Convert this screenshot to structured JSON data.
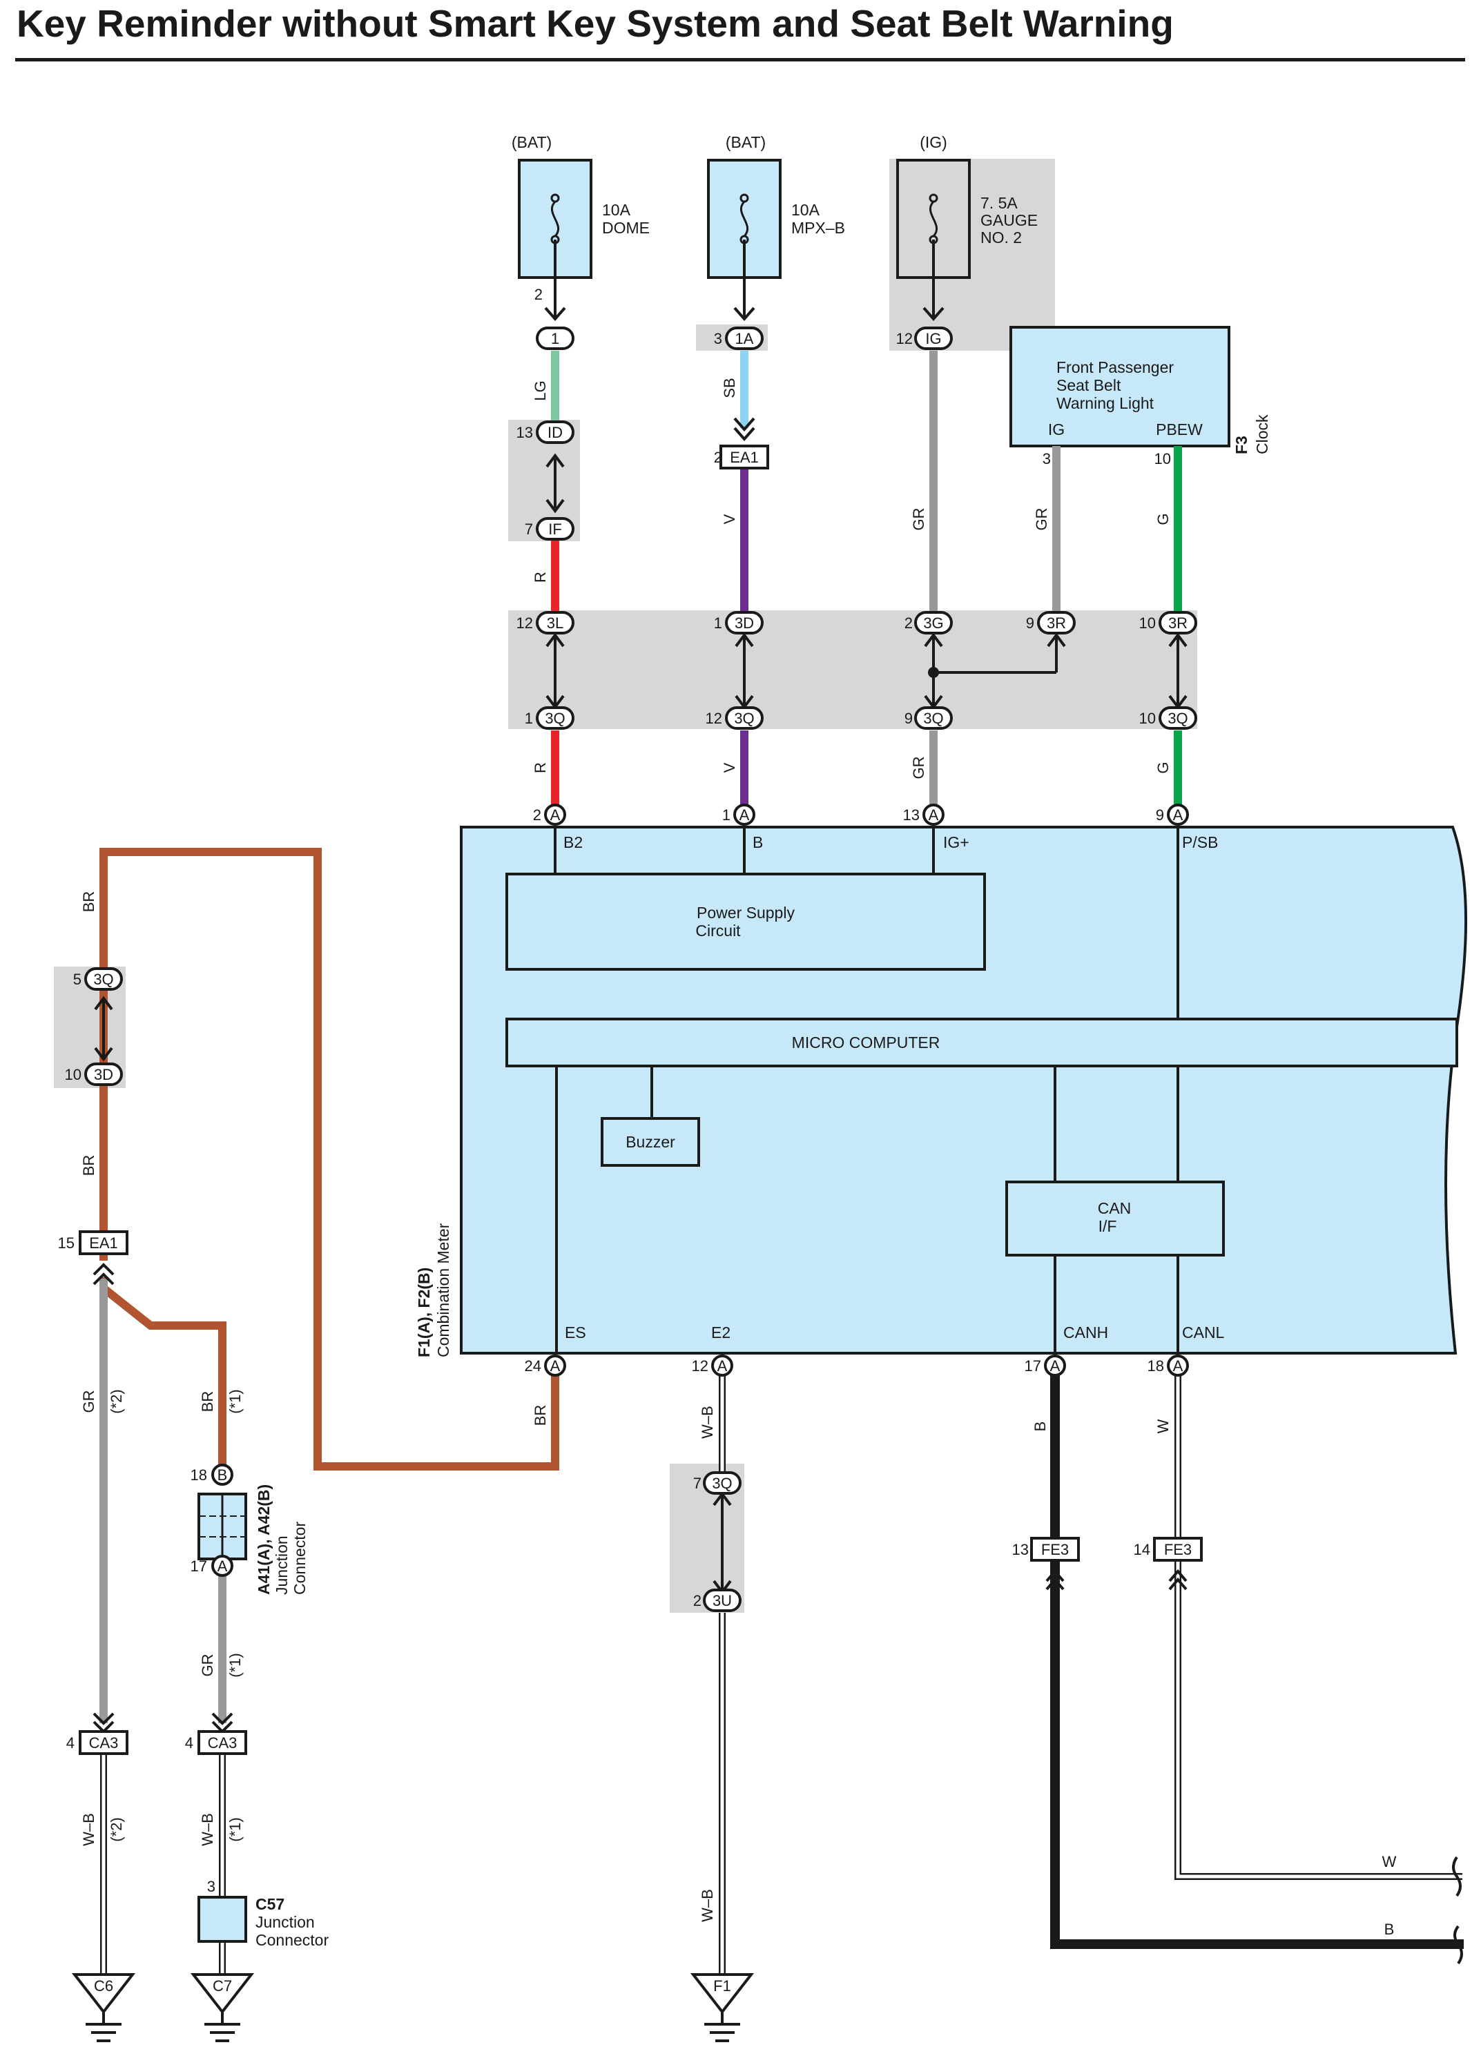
{
  "title": "Key Reminder without Smart Key System and Seat Belt Warning",
  "colors": {
    "component_fill": "#c7e8f8",
    "junction_fill": "#d7d7d7",
    "LG": "#7ec8a0",
    "SB": "#8ed3f2",
    "R": "#e8232b",
    "V": "#6c2f90",
    "GR": "#999999",
    "G": "#0aa54b",
    "BR": "#b05530",
    "B": "#1a1a1a",
    "W": "#ffffff",
    "W-B": "#ffffff"
  },
  "icons": [
    "fuse-icon",
    "ground-icon",
    "wavy-break-icon"
  ],
  "fuses": {
    "dome": {
      "source": "(BAT)",
      "rating": "10A",
      "name": "DOME"
    },
    "mpx": {
      "source": "(BAT)",
      "rating": "10A",
      "name": "MPX–B"
    },
    "gauge": {
      "source": "(IG)",
      "rating": "7. 5A",
      "name": "GAUGE",
      "name2": "NO. 2"
    }
  },
  "clock": {
    "line1": "Front Passenger",
    "line2": "Seat Belt",
    "line3": "Warning Light",
    "pin_ig": "IG",
    "pin_pbew": "PBEW",
    "ref": "F3",
    "name": "Clock"
  },
  "meter": {
    "ref": "F1(A), F2(B)",
    "name": "Combination Meter",
    "power_supply_1": "Power Supply",
    "power_supply_2": "Circuit",
    "micro": "MICRO COMPUTER",
    "buzzer": "Buzzer",
    "can_1": "CAN",
    "can_2": "I/F",
    "pins": {
      "b2": "B2",
      "b": "B",
      "igp": "IG+",
      "psb": "P/SB",
      "es": "ES",
      "e2": "E2",
      "canh": "CANH",
      "canl": "CANL"
    }
  },
  "jc_a41": {
    "ref": "A41(A), A42(B)",
    "name1": "Junction",
    "name2": "Connector"
  },
  "jc_c57": {
    "ref": "C57",
    "name1": "Junction",
    "name2": "Connector"
  },
  "connectors": {
    "c1": "1",
    "c1a": "1A",
    "cig": "IG",
    "cid": "ID",
    "cif": "IF",
    "cea1": "EA1",
    "cea1b": "EA1",
    "c3l": "3L",
    "c3d": "3D",
    "c3g": "3G",
    "c3r1": "3R",
    "c3r2": "3R",
    "c3q1": "3Q",
    "c3q2": "3Q",
    "c3q3": "3Q",
    "c3q4": "3Q",
    "c3q5": "3Q",
    "c3d2": "3D",
    "a": "A",
    "b": "B",
    "c3q6": "3Q",
    "c3u": "3U",
    "fe3a": "FE3",
    "fe3b": "FE3",
    "ca3a": "CA3",
    "ca3b": "CA3",
    "c6": "C6",
    "c7": "C7",
    "f1": "F1"
  },
  "pins": {
    "p2": "2",
    "p3": "3",
    "p12": "12",
    "p13": "13",
    "p7": "7",
    "p2b": "2",
    "p3b": "3",
    "p10": "10",
    "p12b": "12",
    "p1": "1",
    "p2c": "2",
    "p9": "9",
    "p10b": "10",
    "p1b": "1",
    "p12c": "12",
    "p9b": "9",
    "p10c": "10",
    "pa2": "2",
    "pa1": "1",
    "pa13": "13",
    "pa9": "9",
    "p5": "5",
    "p10d": "10",
    "p15": "15",
    "pa24": "24",
    "pa12": "12",
    "pa17": "17",
    "pa18": "18",
    "p18": "18",
    "p17": "17",
    "p7b": "7",
    "p2d": "2",
    "p13b": "13",
    "p14": "14",
    "p4a": "4",
    "p4b": "4",
    "p3c": "3"
  },
  "wires": {
    "lg": "LG",
    "sb": "SB",
    "r1": "R",
    "v1": "V",
    "gr1": "GR",
    "gr2": "GR",
    "g1": "G",
    "r2": "R",
    "v2": "V",
    "gr3": "GR",
    "g2": "G",
    "br1": "BR",
    "br2": "BR",
    "br3": "BR",
    "br4": "BR",
    "gr4": "GR",
    "gr5": "GR",
    "wb1": "W–B",
    "wb2": "W–B",
    "wb3": "W–B",
    "wb4": "W–B",
    "b1": "B",
    "w1": "W",
    "w2": "W",
    "b2": "B"
  },
  "notes": {
    "n2a": "(*2)",
    "n1a": "(*1)",
    "n1b": "(*1)",
    "n2b": "(*2)",
    "n1c": "(*1)"
  }
}
